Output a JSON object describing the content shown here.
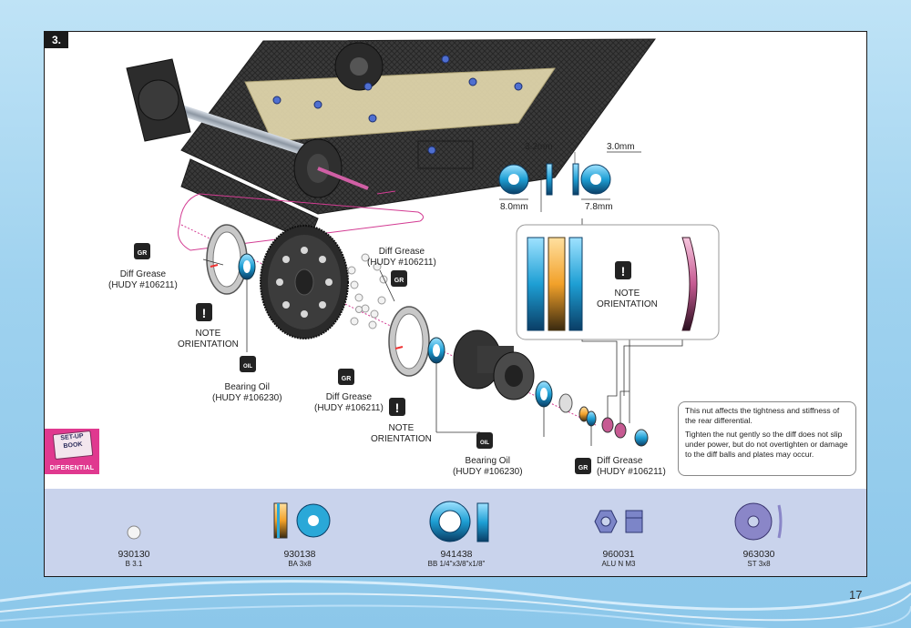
{
  "step": "3.",
  "labels": {
    "diff_grease_1": "Diff Grease",
    "hudy_106211_1": "(HUDY #106211)",
    "note_1": "NOTE",
    "orientation_1": "ORIENTATION",
    "bearing_oil_1": "Bearing Oil",
    "hudy_106230_1": "(HUDY #106230)",
    "diff_grease_2": "Diff Grease",
    "hudy_106211_2": "(HUDY #106211)",
    "diff_grease_3": "Diff Grease",
    "hudy_106211_3": "(HUDY #106211)",
    "note_2": "NOTE",
    "orientation_2": "ORIENTATION",
    "bearing_oil_2": "Bearing Oil",
    "hudy_106230_2": "(HUDY #106230)",
    "diff_grease_4": "Diff Grease",
    "hudy_106211_4": "(HUDY #106211)",
    "note_3": "NOTE",
    "orientation_3": "ORIENTATION"
  },
  "dimensions": {
    "thickness_left": "3.2mm",
    "diameter_left": "8.0mm",
    "thickness_right": "3.0mm",
    "diameter_right": "7.8mm"
  },
  "icons": {
    "grease": "GR",
    "oil": "OIL"
  },
  "note_text": {
    "p1": "This nut affects the tightness and stiffness of the rear differential.",
    "p2": "Tighten the nut gently so the diff does not slip under power, but do not overtighten or damage to the diff balls and plates may occur."
  },
  "setup_book": {
    "book_line1": "SET-UP",
    "book_line2": "BOOK",
    "caption": "DIFERENTIAL"
  },
  "parts": [
    {
      "code": "930130",
      "desc": "B 3.1"
    },
    {
      "code": "930138",
      "desc": "BA 3x8"
    },
    {
      "code": "941438",
      "desc": "BB 1/4\"x3/8\"x1/8\""
    },
    {
      "code": "960031",
      "desc": "ALU N M3"
    },
    {
      "code": "963030",
      "desc": "ST 3x8"
    }
  ],
  "page_number": "17",
  "colors": {
    "accent_blue": "#2aa8d8",
    "accent_pink": "#e0398f",
    "carbon": "#2e2e2e",
    "strip": "#c9d3ec"
  }
}
